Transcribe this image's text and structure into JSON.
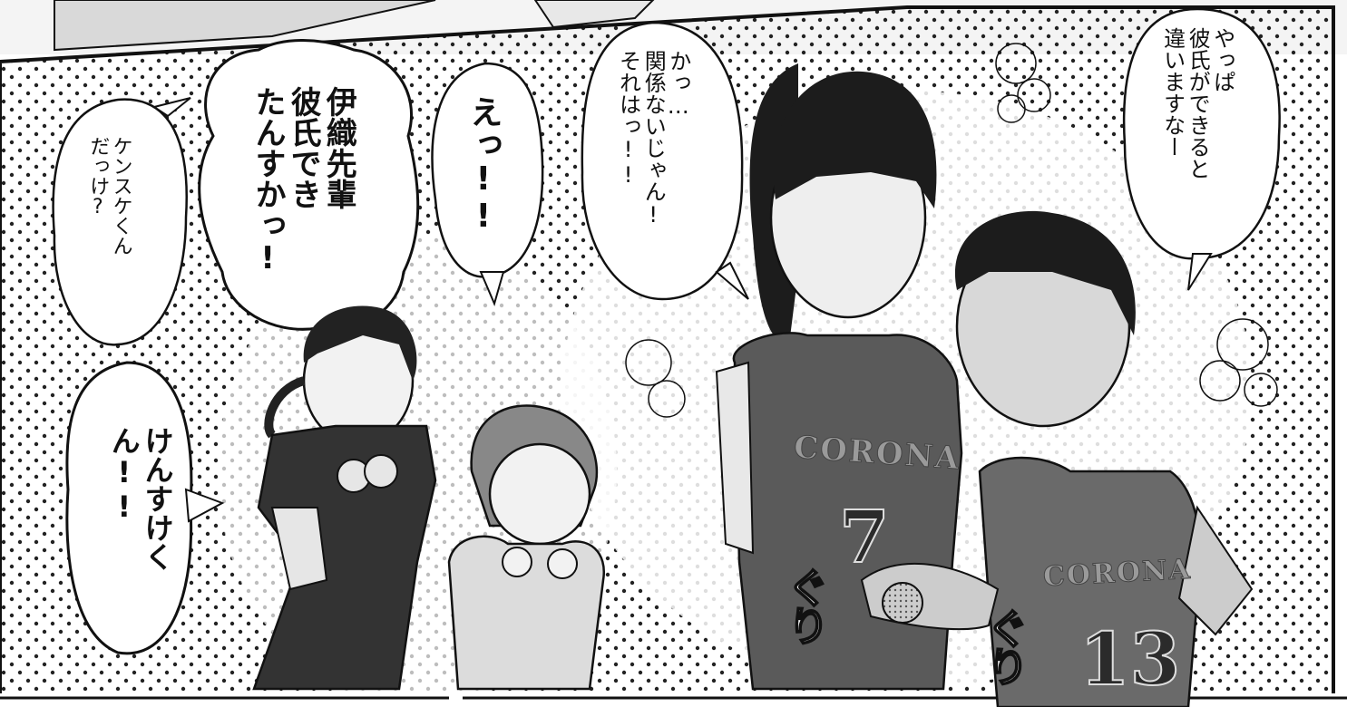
{
  "bubbles": {
    "kensuke_question": "ケンスケくん\nだっけ?",
    "iori_boyfriend": "伊織先輩\n彼氏でき\nたんすかっ!",
    "eh": "えっ!!",
    "kankei_nai": "かっ…\n関係ないじゃん!\nそれはっ!!",
    "yappa": "やっぱ\n彼氏ができると\n違いますなー",
    "kensuke_shout": "けんすけくん!!"
  },
  "sfx": {
    "gui_left": "ぐり",
    "gui_right": "ぐり"
  },
  "jerseys": {
    "team_girl": "CORONA",
    "number_girl": "7",
    "team_boy": "CORONA",
    "number_boy": "13"
  },
  "colors": {
    "background": "#ffffff",
    "screentone": "#222222",
    "jersey_gray": "#5a5a5a",
    "line": "#111111"
  }
}
